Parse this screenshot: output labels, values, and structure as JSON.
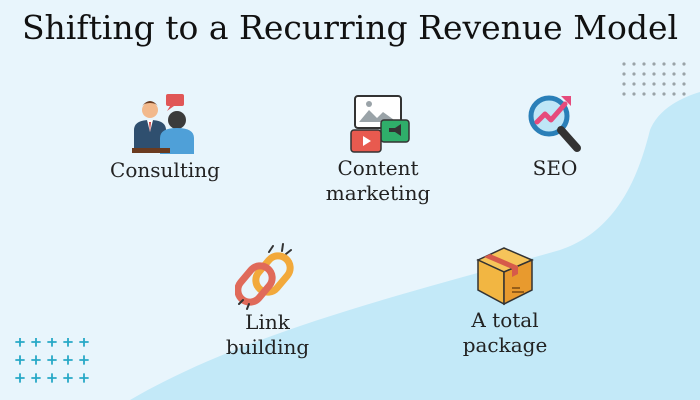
{
  "title": "Shifting to a Recurring Revenue Model",
  "items": [
    {
      "label": "Consulting",
      "icon": "consulting-meeting-icon"
    },
    {
      "label_lines": [
        "Content",
        "marketing"
      ],
      "icon": "content-marketing-media-icon"
    },
    {
      "label": "SEO",
      "icon": "seo-magnifier-icon"
    },
    {
      "label_lines": [
        "Link",
        "building"
      ],
      "icon": "chain-link-icon"
    },
    {
      "label_lines": [
        "A total",
        "package"
      ],
      "icon": "package-box-icon"
    }
  ],
  "colors": {
    "background": "#e8f5fc",
    "wave": "#c3e9f8",
    "dots_grey": "#9aa3a8",
    "plus_teal": "#27a8c6"
  }
}
